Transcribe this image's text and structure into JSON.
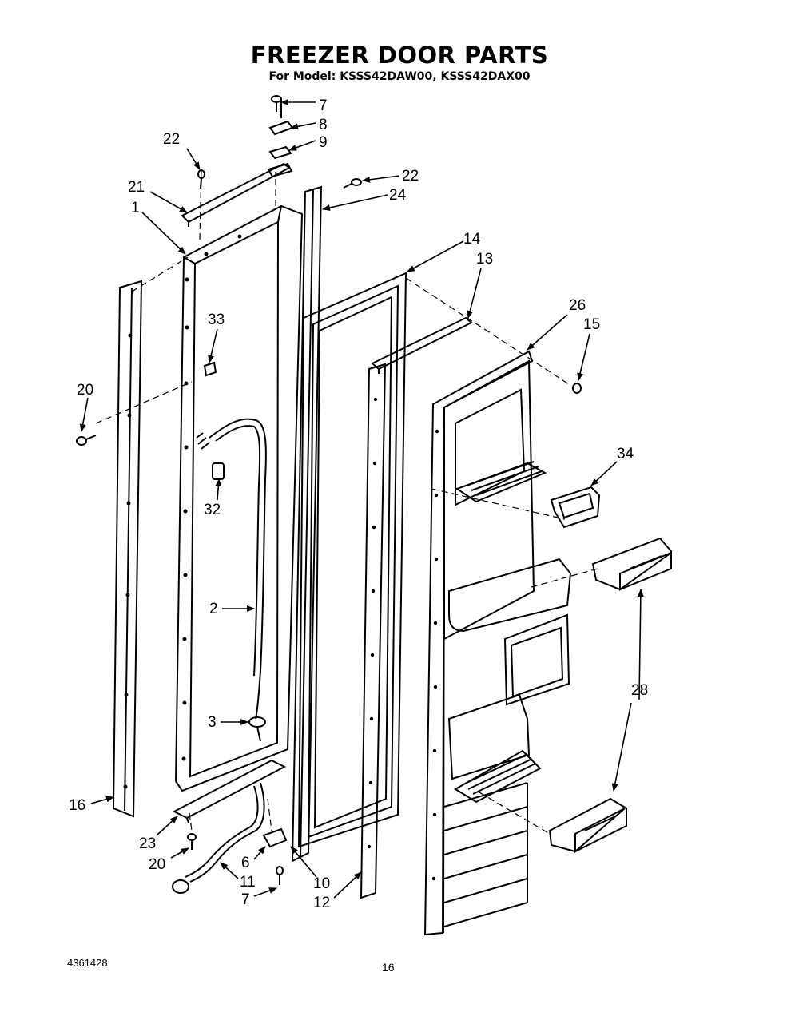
{
  "header": {
    "title": "FREEZER DOOR PARTS",
    "subtitle": "For Model: KSSS42DAW00, KSSS42DAX00"
  },
  "footer": {
    "document_number": "4361428",
    "page_number": "16"
  },
  "callouts": {
    "c7_top": "7",
    "c8": "8",
    "c9": "9",
    "c22_left": "22",
    "c22_right": "22",
    "c24": "24",
    "c21": "21",
    "c1": "1",
    "c14": "14",
    "c13": "13",
    "c26": "26",
    "c15": "15",
    "c33": "33",
    "c20_top": "20",
    "c34": "34",
    "c32": "32",
    "c2": "2",
    "c28": "28",
    "c3": "3",
    "c16": "16",
    "c23": "23",
    "c20_bottom": "20",
    "c6": "6",
    "c11": "11",
    "c7_bottom": "7",
    "c10": "10",
    "c12": "12"
  }
}
